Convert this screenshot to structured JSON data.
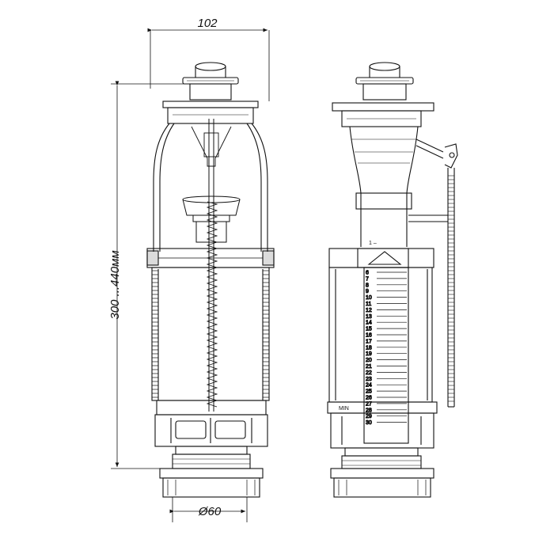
{
  "dimensions": {
    "top_width": "102",
    "height_range": "300 ...440мм",
    "bottom_diameter": "Ø60"
  },
  "scale": {
    "top_label": "1 –",
    "numbers": [
      "6",
      "7",
      "8",
      "9",
      "10",
      "11",
      "12",
      "13",
      "14",
      "15",
      "16",
      "17",
      "18",
      "19",
      "20",
      "21",
      "22",
      "23",
      "24",
      "25",
      "26",
      "27",
      "28",
      "29",
      "30"
    ],
    "min_label": "MIN"
  },
  "colors": {
    "line": "#111111",
    "background": "#ffffff"
  }
}
